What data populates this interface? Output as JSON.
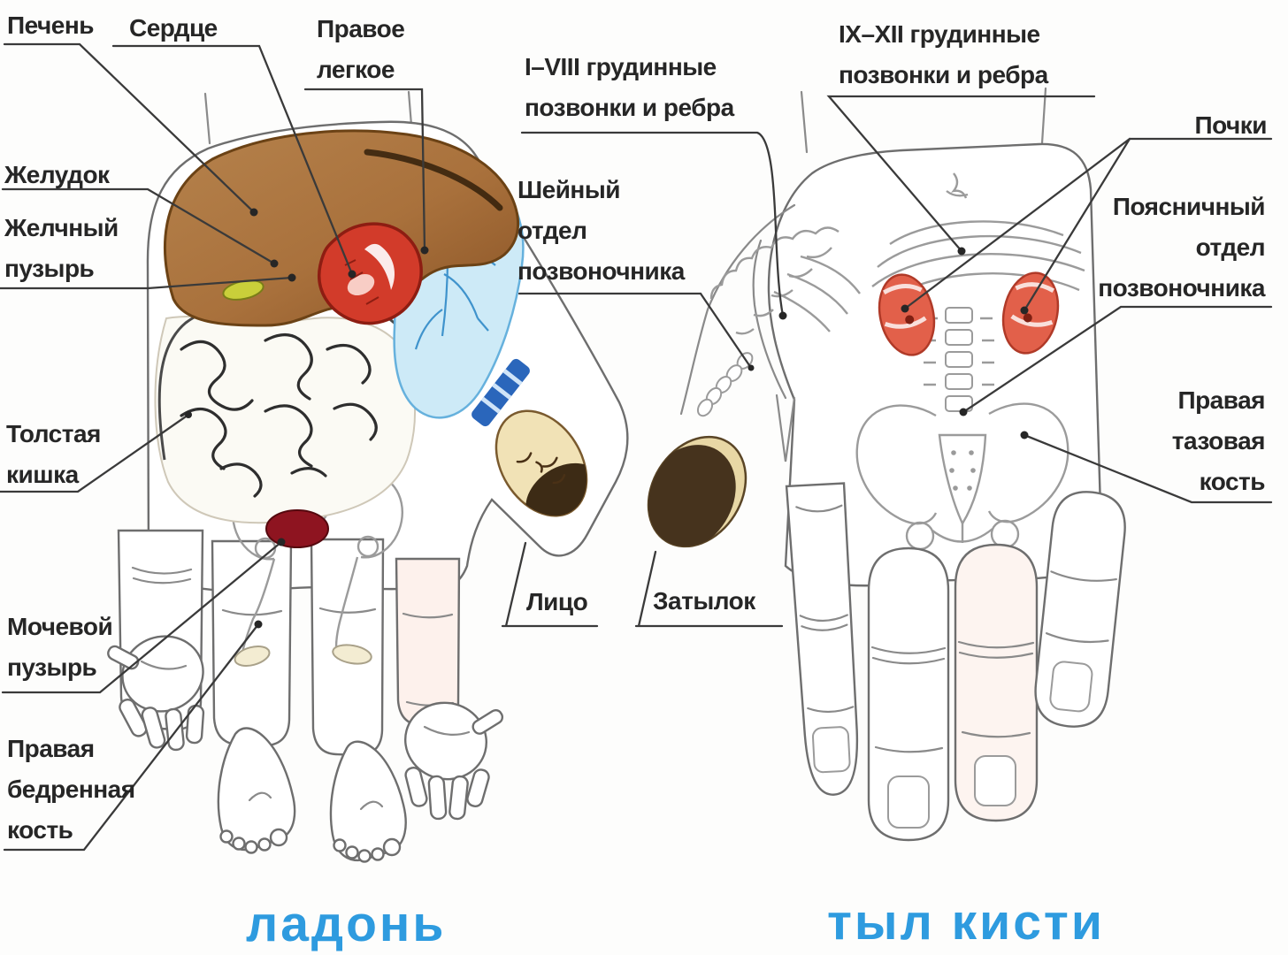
{
  "titles": {
    "left": "ладонь",
    "right": "тыл кисти"
  },
  "labels": {
    "liver": "Печень",
    "heart": "Сердце",
    "right_lung": [
      "Правое",
      "легкое"
    ],
    "stomach": "Желудок",
    "gallbladder": [
      "Желчный",
      "пузырь"
    ],
    "large_intestine": [
      "Толстая",
      "кишка"
    ],
    "urinary_bladder": [
      "Мочевой",
      "пузырь"
    ],
    "right_femur": [
      "Правая",
      "бедренная",
      "кость"
    ],
    "face": "Лицо",
    "occiput": "Затылок",
    "thoracic_1_8": [
      "I–VIII грудинные",
      "позвонки и ребра"
    ],
    "cervical_spine": [
      "Шейный",
      "отдел",
      "позвоночника"
    ],
    "thoracic_9_12": [
      "IX–XII грудинные",
      "позвонки и ребра"
    ],
    "kidneys": "Почки",
    "lumbar_spine": [
      "Поясничный",
      "отдел",
      "позвоночника"
    ],
    "right_pelvic_bone": [
      "Правая",
      "тазовая",
      "кость"
    ]
  },
  "colors": {
    "accent_title": "#2e9bdf",
    "text": "#262626",
    "liver": "#ab7240",
    "heart": "#d23b2a",
    "lung": "#cdeaf7",
    "kidney": "#e2604a",
    "bladder": "#8e1420"
  }
}
